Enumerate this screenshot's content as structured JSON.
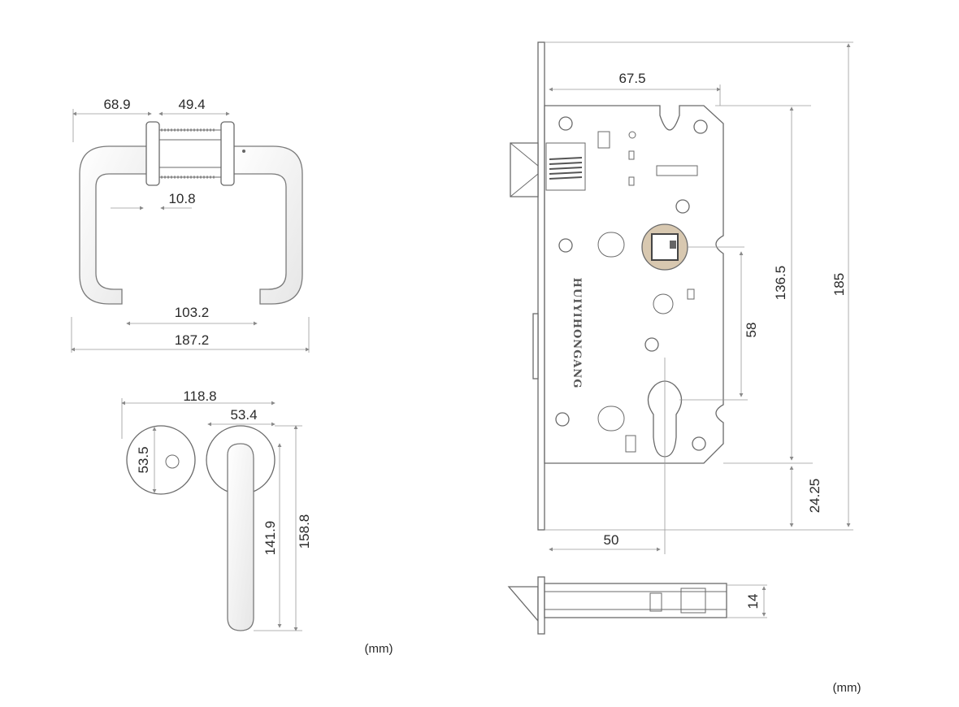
{
  "units_label": "(mm)",
  "handle_front": {
    "dims": {
      "rose_offset": "68.9",
      "rose_spacing": "49.4",
      "rose_thickness": "10.8",
      "grip_gap": "103.2",
      "overall_width": "187.2"
    }
  },
  "handle_side": {
    "dims": {
      "total_projection": "118.8",
      "rose_diameter_right": "53.4",
      "rose_diameter_left": "53.5",
      "lever_length": "141.9",
      "overall_length": "158.8"
    }
  },
  "lock_body": {
    "brand_text": "HUIYIHONGANG",
    "dims": {
      "backset_top": "67.5",
      "height_136": "136.5",
      "overall_height": "185",
      "handle_to_cylinder": "58",
      "bottom_offset": "24.25",
      "backset": "50",
      "thickness": "14"
    }
  },
  "colors": {
    "line": "#6a6a6a",
    "dimension_line": "#9a9a9a",
    "text": "#2a2a2a",
    "hub_fill": "#d8c8b0"
  }
}
